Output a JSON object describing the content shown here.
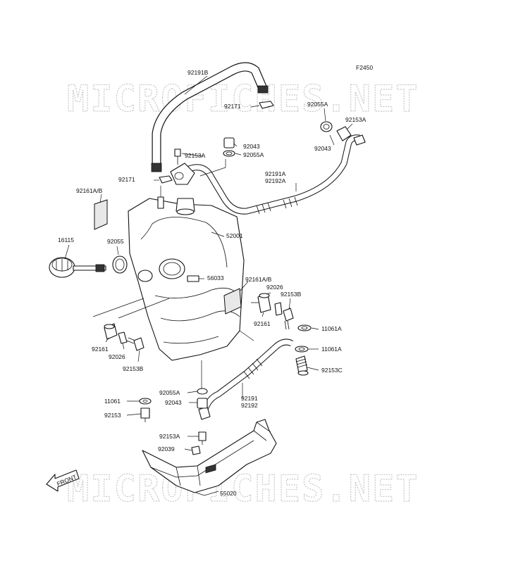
{
  "figure_code": "F2450",
  "watermark": "MICROFICHES.NET",
  "front_label": "FRONT",
  "labels": {
    "l92191B": "92191B",
    "l92171a": "92171",
    "l92055Aa": "92055A",
    "l92153Aa": "92153A",
    "l92043a": "92043",
    "l92043b": "92043",
    "l92055Ab": "92055A",
    "l92153Ab": "92153A",
    "l92191A": "92191A",
    "l92192A": "92192A",
    "l92171b": "92171",
    "l92161ABa": "92161A/B",
    "l52001": "52001",
    "l16115": "16115",
    "l92055": "92055",
    "l56033": "56033",
    "l92161ABb": "92161A/B",
    "l92026a": "92026",
    "l92153Ba": "92153B",
    "l92161a": "92161",
    "l11061Aa": "11061A",
    "l11061Ab": "11061A",
    "l92161b": "92161",
    "l92026b": "92026",
    "l92153Bb": "92153B",
    "l92153C": "92153C",
    "l92055Ac": "92055A",
    "l92043c": "92043",
    "l11061": "11061",
    "l92191": "92191",
    "l92192": "92192",
    "l92153": "92153",
    "l92153Ac": "92153A",
    "l92039": "92039",
    "l55020": "55020"
  }
}
